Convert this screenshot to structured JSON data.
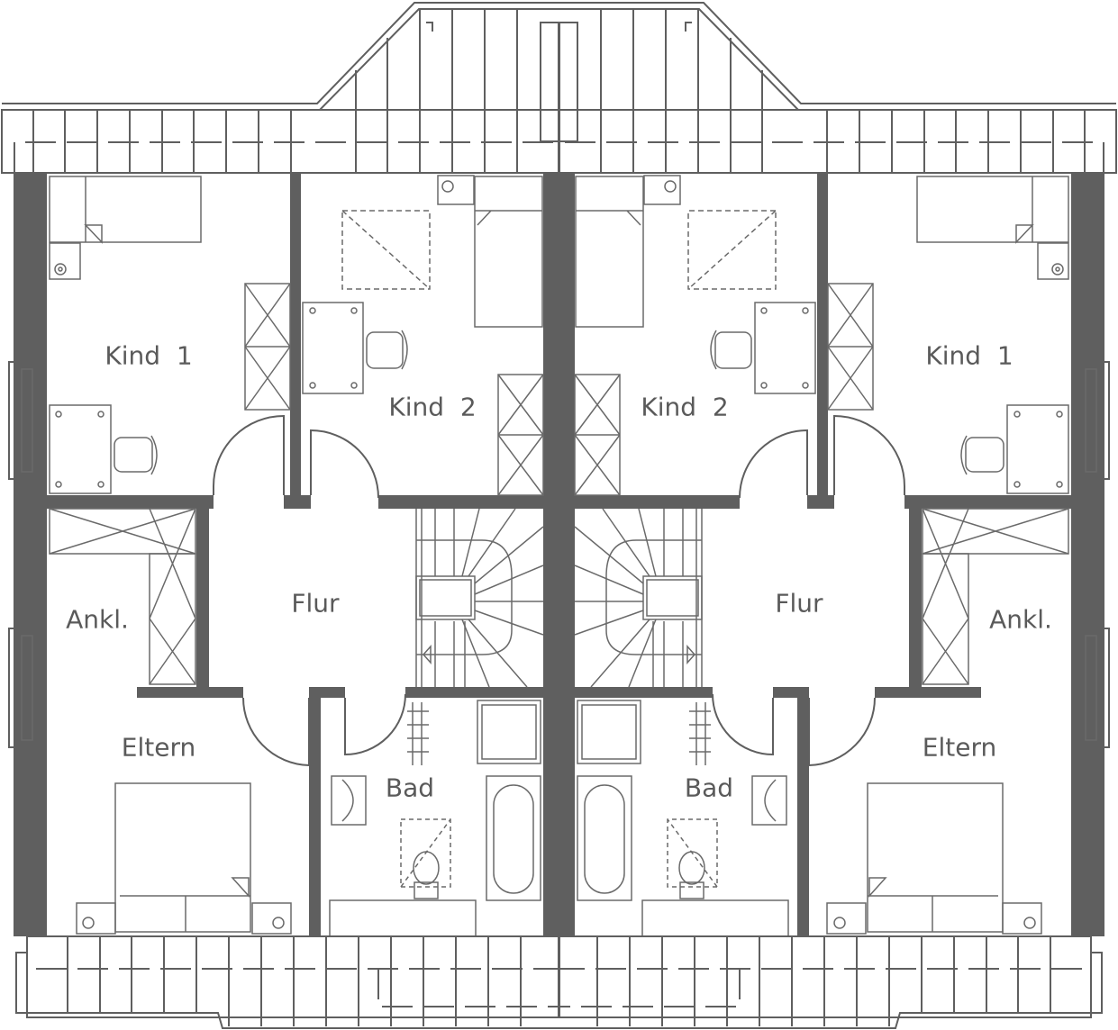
{
  "plan": {
    "colors": {
      "wall": "#5f5f5f",
      "background": "#ffffff"
    },
    "rooms_left": {
      "kind1": "Kind  1",
      "kind2": "Kind  2",
      "ankl": "Ankl.",
      "flur": "Flur",
      "eltern": "Eltern",
      "bad": "Bad"
    },
    "rooms_right": {
      "kind1": "Kind  1",
      "kind2": "Kind  2",
      "ankl": "Ankl.",
      "flur": "Flur",
      "eltern": "Eltern",
      "bad": "Bad"
    }
  }
}
